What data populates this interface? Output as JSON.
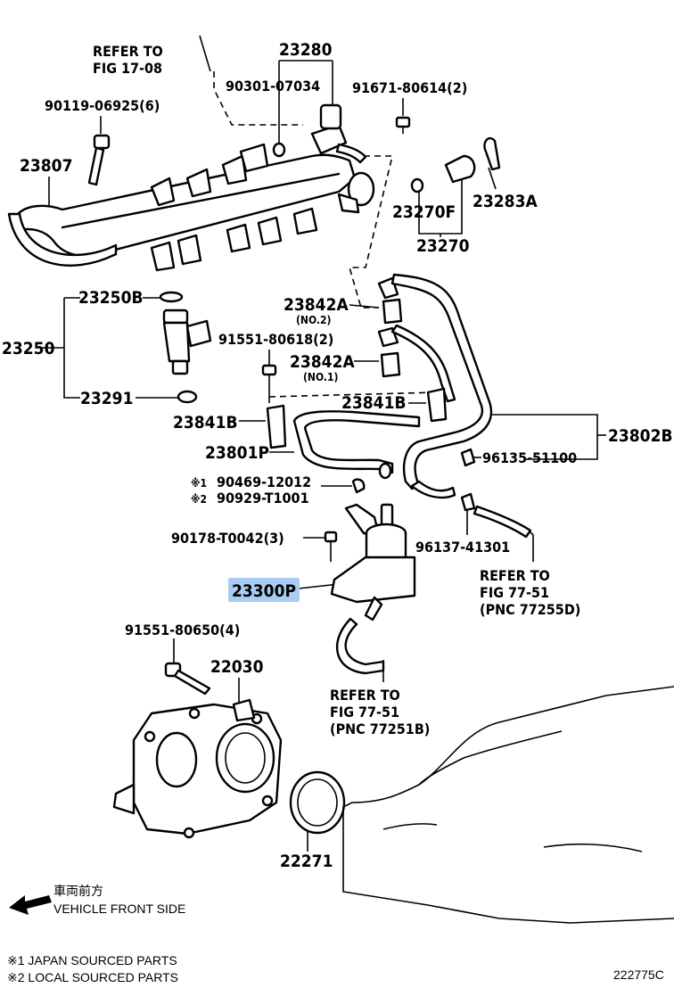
{
  "refer_top": {
    "line1": "REFER TO",
    "line2": "FIG 17-08"
  },
  "refer_a": {
    "line1": "REFER TO",
    "line2": "FIG 77-51",
    "line3": "(PNC 77255D)"
  },
  "refer_b": {
    "line1": "REFER TO",
    "line2": "FIG 77-51",
    "line3": "(PNC 77251B)"
  },
  "labels": {
    "p23280": "23280",
    "p90301": "90301-07034",
    "p91671": "91671-80614(2)",
    "p90119": "90119-06925(6)",
    "p23807": "23807",
    "p23283a": "23283A",
    "p23270f": "23270F",
    "p23270": "23270",
    "p23250b": "23250B",
    "p23250": "23250",
    "p23291": "23291",
    "p23842a_top": "23842A",
    "no2": "(NO.2)",
    "p91551_618": "91551-80618(2)",
    "p23842a_mid": "23842A",
    "no1": "(NO.1)",
    "p23841b_r": "23841B",
    "p23841b_l": "23841B",
    "p23802b": "23802B",
    "p23801p": "23801P",
    "p96135": "96135-51100",
    "p90469": "90469-12012",
    "p90929": "90929-T1001",
    "mark1": "※1",
    "mark2": "※2",
    "p90178": "90178-T0042(3)",
    "p96137": "96137-41301",
    "p23300p": "23300P",
    "p91551_650": "91551-80650(4)",
    "p22030": "22030",
    "p22271": "22271"
  },
  "front": {
    "jp": "車両前方",
    "en": "VEHICLE FRONT SIDE"
  },
  "footer": {
    "note1": "※1 JAPAN SOURCED PARTS",
    "note2": "※2 LOCAL SOURCED PARTS",
    "code": "222775C"
  },
  "colors": {
    "highlight": "#a9cdf2",
    "line": "#000000"
  }
}
